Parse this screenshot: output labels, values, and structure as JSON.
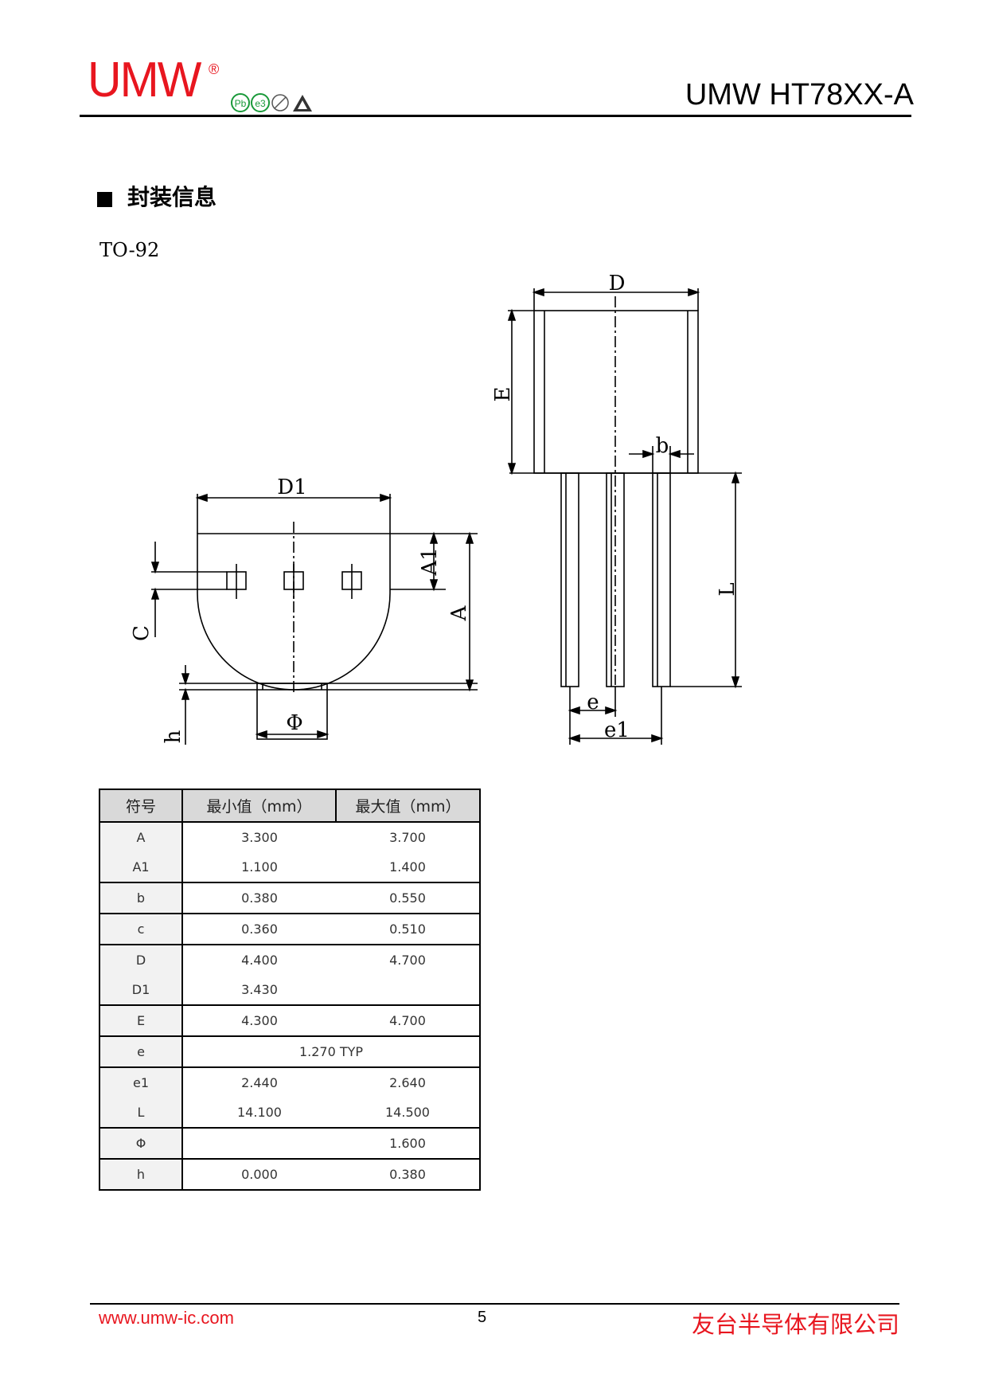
{
  "header": {
    "logo_text": "UMW",
    "logo_registered": "®",
    "part_number": "UMW HT78XX-A",
    "colors": {
      "brand_red": "#e8161f"
    },
    "cert_icons": [
      "pb-free-icon",
      "e3-icon",
      "rohs-icon",
      "esd-icon"
    ],
    "cert_labels": {
      "pb": "Pb",
      "e3": "e3"
    }
  },
  "section": {
    "title": "封装信息",
    "package": "TO-92"
  },
  "drawing_labels": {
    "D": "D",
    "E": "E",
    "b": "b",
    "L": "L",
    "e": "e",
    "e1": "e1",
    "D1": "D1",
    "A1": "A1",
    "A": "A",
    "C": "C",
    "h": "h",
    "phi": "Φ"
  },
  "table": {
    "headers": [
      "符号",
      "最小值（mm）",
      "最大值（mm）"
    ],
    "rows": [
      {
        "sym": "A",
        "min": "3.300",
        "max": "3.700"
      },
      {
        "sym": "A1",
        "min": "1.100",
        "max": "1.400"
      },
      {
        "sym": "b",
        "min": "0.380",
        "max": "0.550"
      },
      {
        "sym": "c",
        "min": "0.360",
        "max": "0.510"
      },
      {
        "sym": "D",
        "min": "4.400",
        "max": "4.700"
      },
      {
        "sym": "D1",
        "min": "3.430",
        "max": ""
      },
      {
        "sym": "E",
        "min": "4.300",
        "max": "4.700"
      },
      {
        "sym": "e",
        "typ": "1.270 TYP"
      },
      {
        "sym": "e1",
        "min": "2.440",
        "max": "2.640"
      },
      {
        "sym": "L",
        "min": "14.100",
        "max": "14.500"
      },
      {
        "sym": "Φ",
        "min": "",
        "max": "1.600"
      },
      {
        "sym": "h",
        "min": "0.000",
        "max": "0.380"
      }
    ]
  },
  "footer": {
    "url": "www.umw-ic.com",
    "page": "5",
    "company": "友台半导体有限公司"
  }
}
